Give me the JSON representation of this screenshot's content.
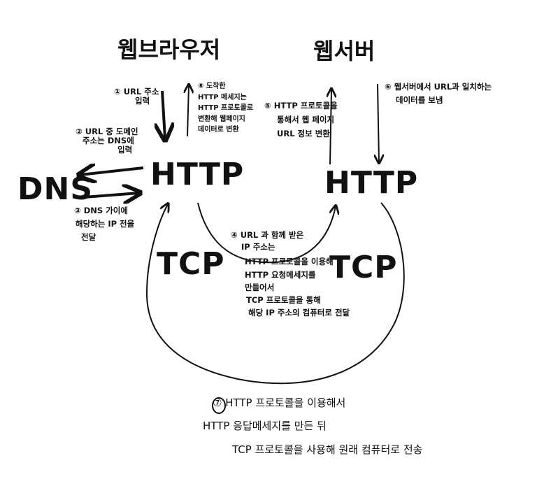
{
  "labels": {
    "browser": "웹브라우저",
    "server": "웹서버",
    "http_left": "HTTP",
    "http_right": "HTTP",
    "dns": "DNS",
    "tcp_left": "TCP",
    "tcp_right": "TCP"
  },
  "steps": {
    "s1": [
      "① URL 주소",
      "입력"
    ],
    "s2": [
      "② URL 중 도메인",
      "주소는 DNS에",
      "입력"
    ],
    "s3": [
      "③ DNS 가이에",
      "해당하는 IP 전을",
      "전달"
    ],
    "s4": [
      "④ URL 과 함께 받은",
      "IP 주소는",
      "HTTP 프로토콜을 이용해",
      "HTTP 요청메세지를",
      "만들어서",
      "TCP 프로토콜을 통해",
      "해당 IP 주소의 컴퓨터로 전달"
    ],
    "s5": [
      "⑤ HTTP 프로토콜을",
      "통해서 웹 페이지",
      "URL 정보 변환"
    ],
    "s6": [
      "⑥ 웹서버에서 URL과 일치하는",
      "데이터를 보냄"
    ],
    "s7": [
      "⑦ HTTP 프로토콜을 이용해서",
      "HTTP 응답메세지를 만든 뒤",
      "TCP 프로토콜을 사용해 원래 컴퓨터로 전송"
    ],
    "s8": [
      "⑧ 도착한",
      "HTTP 메세지는",
      "HTTP 프로토콜로",
      "변환해 웹페이지",
      "데이터로 변환"
    ]
  },
  "colors": {
    "ink": "#111111",
    "background": "#ffffff"
  }
}
